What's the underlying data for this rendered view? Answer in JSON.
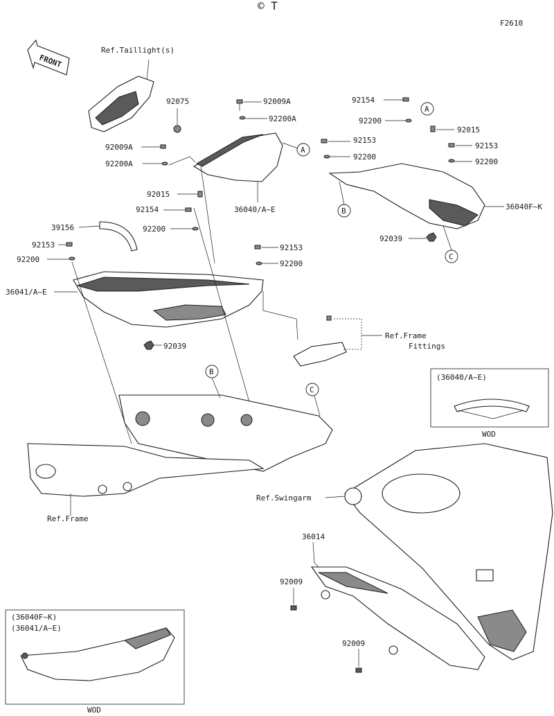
{
  "copyright": "© T",
  "figure_code": "F2610",
  "front_label": "FRONT",
  "refs": {
    "taillight": "Ref.Taillight(s)",
    "frame_fittings_1": "Ref.Frame",
    "frame_fittings_2": "Fittings",
    "frame": "Ref.Frame",
    "swingarm": "Ref.Swingarm"
  },
  "parts": {
    "p92075": "92075",
    "p92009A_top": "92009A",
    "p92200A_top": "92200A",
    "p92009A_left": "92009A",
    "p92200A_left": "92200A",
    "p92015_left": "92015",
    "p92154_left": "92154",
    "p92200_left": "92200",
    "p36040_AE": "36040/A~E",
    "p39156": "39156",
    "p92153_left": "92153",
    "p92200_left2": "92200",
    "p36041_AE": "36041/A~E",
    "p92039_left": "92039",
    "p92153_mid": "92153",
    "p92200_mid": "92200",
    "p92154_right": "92154",
    "p92200_right1": "92200",
    "p92015_right": "92015",
    "p92153_right": "92153",
    "p92200_right2": "92200",
    "p92153_right2": "92153",
    "p92200_right3": "92200",
    "p36040FK": "36040F~K",
    "p92039_right": "92039",
    "p36014": "36014",
    "p92009_1": "92009",
    "p92009_2": "92009"
  },
  "callouts": {
    "A1": "A",
    "A2": "A",
    "B1": "B",
    "B2": "B",
    "C1": "C",
    "C2": "C"
  },
  "inset_right": {
    "title": "(36040/A~E)",
    "caption": "WOD"
  },
  "inset_left": {
    "title1": "(36040F~K)",
    "title2": "(36041/A~E)",
    "caption": "WOD"
  }
}
